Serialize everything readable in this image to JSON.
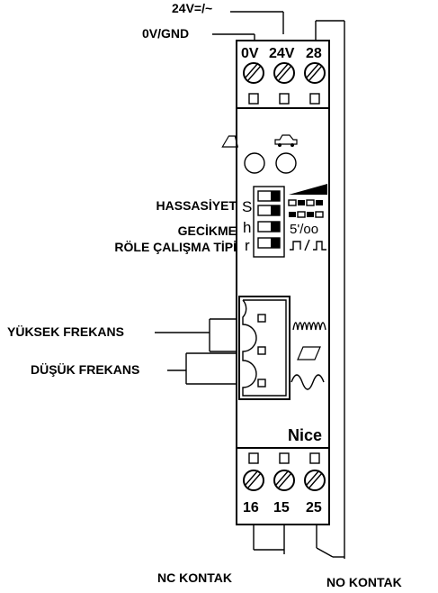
{
  "supply": {
    "voltage_label": "24V=/~",
    "ground_label": "0V/GND"
  },
  "terminals_top": [
    "0V",
    "24V",
    "28"
  ],
  "terminals_bottom": [
    "16",
    "15",
    "25"
  ],
  "settings": {
    "sensitivity_label": "HASSASİYET",
    "delay_label": "GECİKME",
    "relay_mode_label": "RÖLE ÇALIŞMA TİPİ",
    "switch_letters": [
      "S",
      "h",
      "r"
    ],
    "delay_value": "5'/oo"
  },
  "connector": {
    "high_freq_label": "YÜKSEK FREKANS",
    "low_freq_label": "DÜŞÜK FREKANS"
  },
  "brand": "Nice",
  "outputs": {
    "nc_label": "NC KONTAK",
    "no_label": "NO KONTAK"
  },
  "icons": [
    "loop-icon",
    "car-icon",
    "sensitivity-ramp-icon",
    "pulse-mode-icon",
    "high-frequency-wave-icon",
    "low-frequency-wave-icon"
  ]
}
